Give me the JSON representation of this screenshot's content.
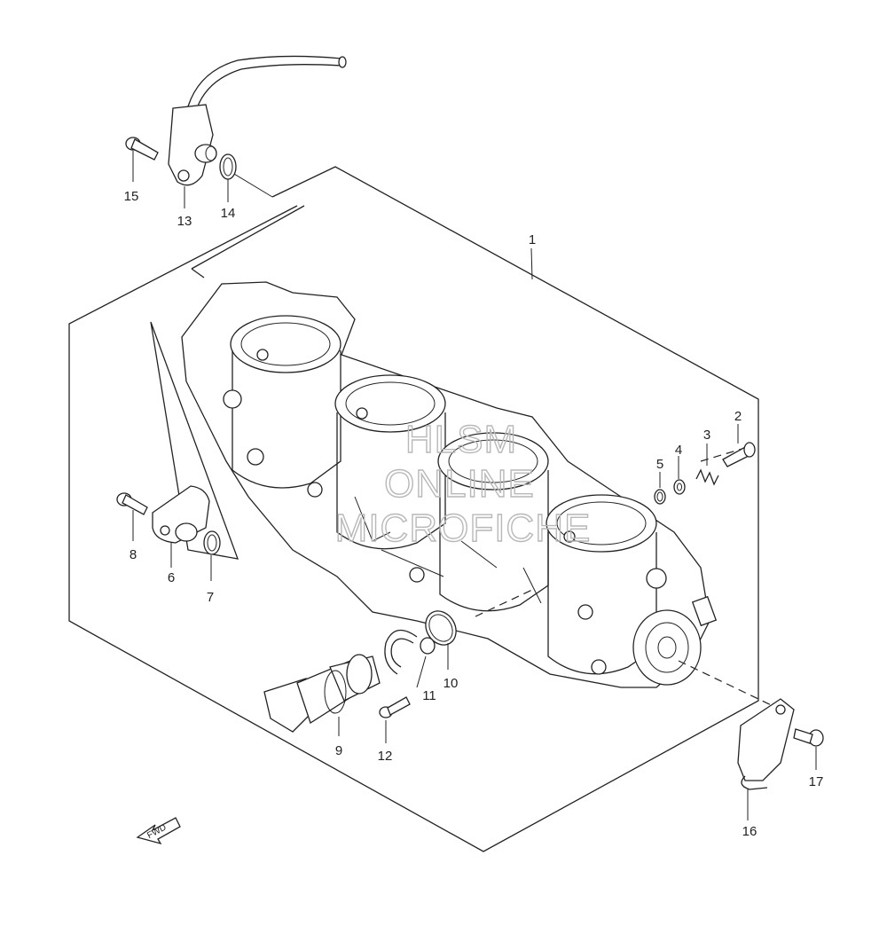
{
  "diagram": {
    "watermark": [
      "HLSM",
      "ONLINE",
      "MICROFICHE"
    ],
    "direction_label": "FWD",
    "callouts": [
      {
        "id": "1",
        "label": "1"
      },
      {
        "id": "2",
        "label": "2"
      },
      {
        "id": "3",
        "label": "3"
      },
      {
        "id": "4",
        "label": "4"
      },
      {
        "id": "5",
        "label": "5"
      },
      {
        "id": "6",
        "label": "6"
      },
      {
        "id": "7",
        "label": "7"
      },
      {
        "id": "8",
        "label": "8"
      },
      {
        "id": "9",
        "label": "9"
      },
      {
        "id": "10",
        "label": "10"
      },
      {
        "id": "11",
        "label": "11"
      },
      {
        "id": "12",
        "label": "12"
      },
      {
        "id": "13",
        "label": "13"
      },
      {
        "id": "14",
        "label": "14"
      },
      {
        "id": "15",
        "label": "15"
      },
      {
        "id": "16",
        "label": "16"
      },
      {
        "id": "17",
        "label": "17"
      }
    ]
  }
}
